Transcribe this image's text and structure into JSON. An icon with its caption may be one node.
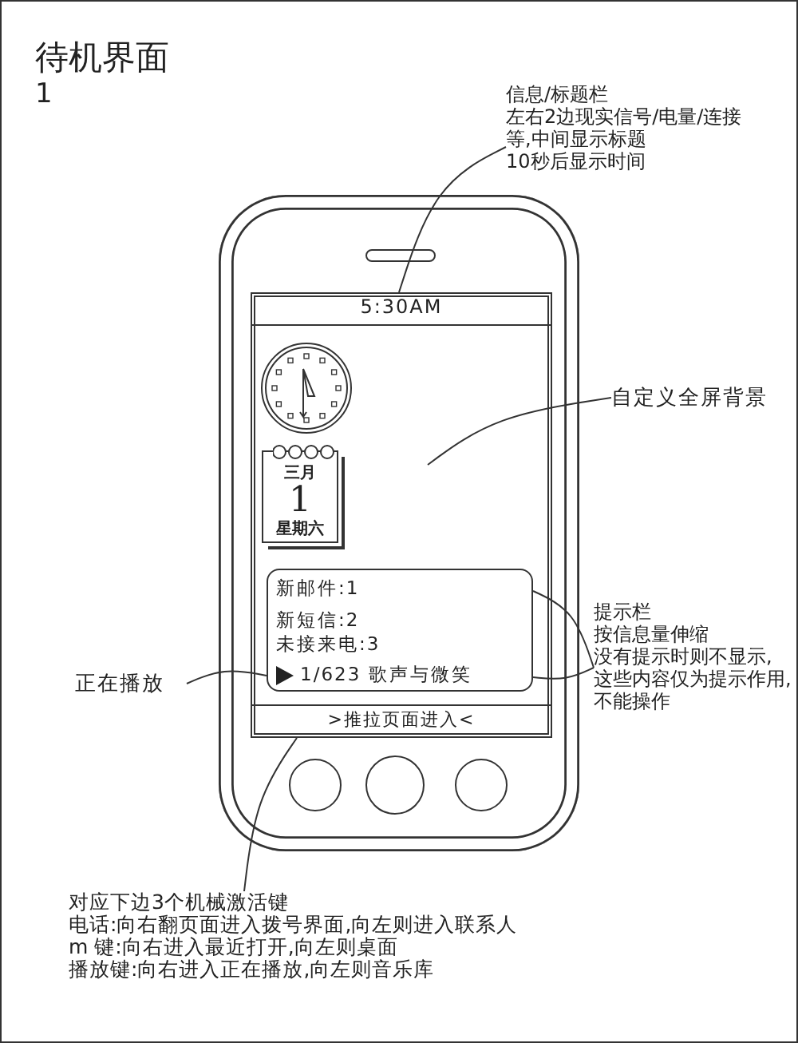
{
  "diagram": {
    "title": "待机界面",
    "nodes": [
      {
        "text": [],
        "shape": "phone"
      },
      {
        "text": [],
        "shape": "box",
        "in": 0
      },
      {
        "text": [
          "5:30AM"
        ],
        "in": 1
      },
      {
        "text": [
          "三月",
          "1",
          "星期六"
        ],
        "in": 1
      },
      {
        "text": [
          "新邮件:1",
          "新短信:2",
          "未接来电:3",
          "1/623 歌声与微笑"
        ],
        "in": 1
      },
      {
        "text": [
          ">推拉页面进入<"
        ],
        "in": 1
      },
      {
        "text": [],
        "shape": "circle",
        "in": 0
      },
      {
        "text": [],
        "shape": "circle",
        "in": 0
      },
      {
        "text": [],
        "shape": "circle",
        "in": 0
      },
      {
        "text": [
          "信息/标题栏",
          "左右2边现实信号/电量/连接等,中间显示标题",
          "10秒后显示时间"
        ]
      },
      {
        "text": [
          "自定义全屏背景"
        ]
      },
      {
        "text": [
          "提示栏",
          "按信息量伸缩",
          "没有提示时则不显示,",
          "这些内容仅为提示作用,不能操作"
        ]
      },
      {
        "text": [
          "正在播放"
        ]
      },
      {
        "text": [
          "对应下边3个机械激活键",
          "电话:向右翻页面进入拨号界面,向左则进入联系人",
          "m 键:向右进入最近打开,向左则桌面",
          "播放键:向右进入正在播放,向左则音乐库"
        ]
      }
    ],
    "edges": [
      {
        "from": 9,
        "to": 2,
        "arrow": "none"
      },
      {
        "from": 10,
        "to": 1,
        "arrow": "none"
      },
      {
        "from": 11,
        "to": 4,
        "arrow": "none"
      },
      {
        "from": 12,
        "to": 4,
        "arrow": "none"
      },
      {
        "from": 13,
        "to": 5,
        "arrow": "none"
      }
    ],
    "labels": [
      "1"
    ]
  }
}
